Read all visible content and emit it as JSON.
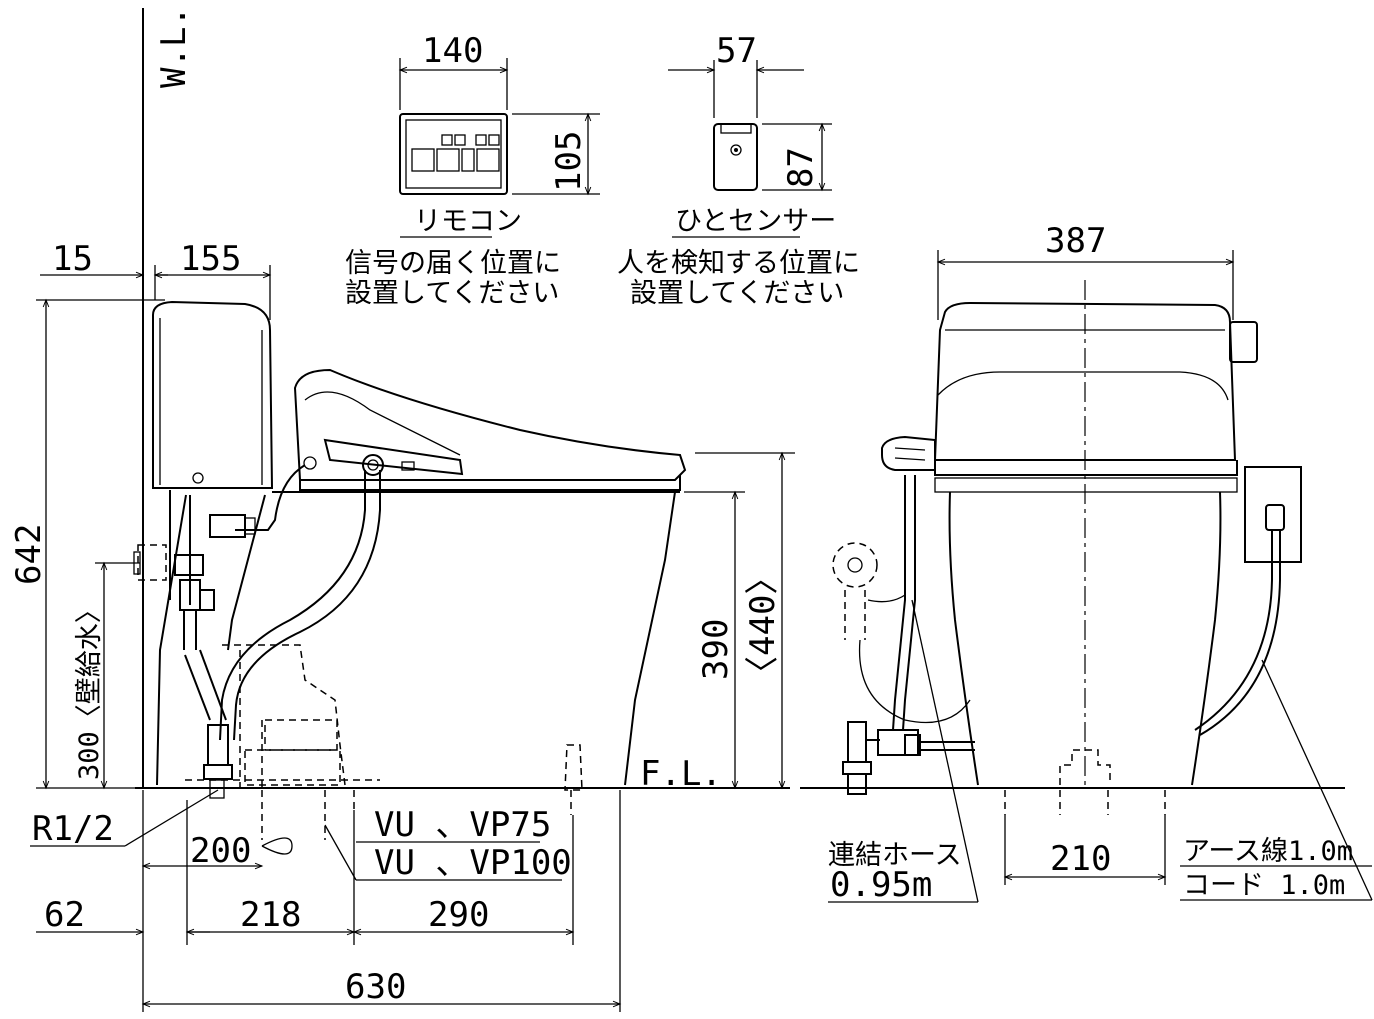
{
  "labels": {
    "wall": "W.L.",
    "floor": "F.L.",
    "remote_title": "リモコン",
    "remote_note_1": "信号の届く位置に",
    "remote_note_2": "設置してください",
    "sensor_title": "ひとセンサー",
    "sensor_note_1": "人を検知する位置に",
    "sensor_note_2": "設置してください",
    "wall_supply": "300〈壁給水〉",
    "pipe_thread": "R1/2",
    "drain_1": "VU 、VP75",
    "drain_2": "VU 、VP100",
    "hose_1": "連結ホース",
    "hose_2": "0.95m",
    "earth": "アース線1.0m",
    "cord": "コード 1.0m"
  },
  "dimensions": {
    "remote_w": "140",
    "remote_h": "105",
    "sensor_w": "57",
    "sensor_h": "87",
    "wall_gap": "15",
    "tank_depth": "155",
    "total_height": "642",
    "bowl_height": "390",
    "seat_height": "〈440〉",
    "drain_200": "200",
    "d62": "62",
    "d218": "218",
    "d290": "290",
    "total_length": "630",
    "front_width": "387",
    "bolt_spacing": "210"
  }
}
